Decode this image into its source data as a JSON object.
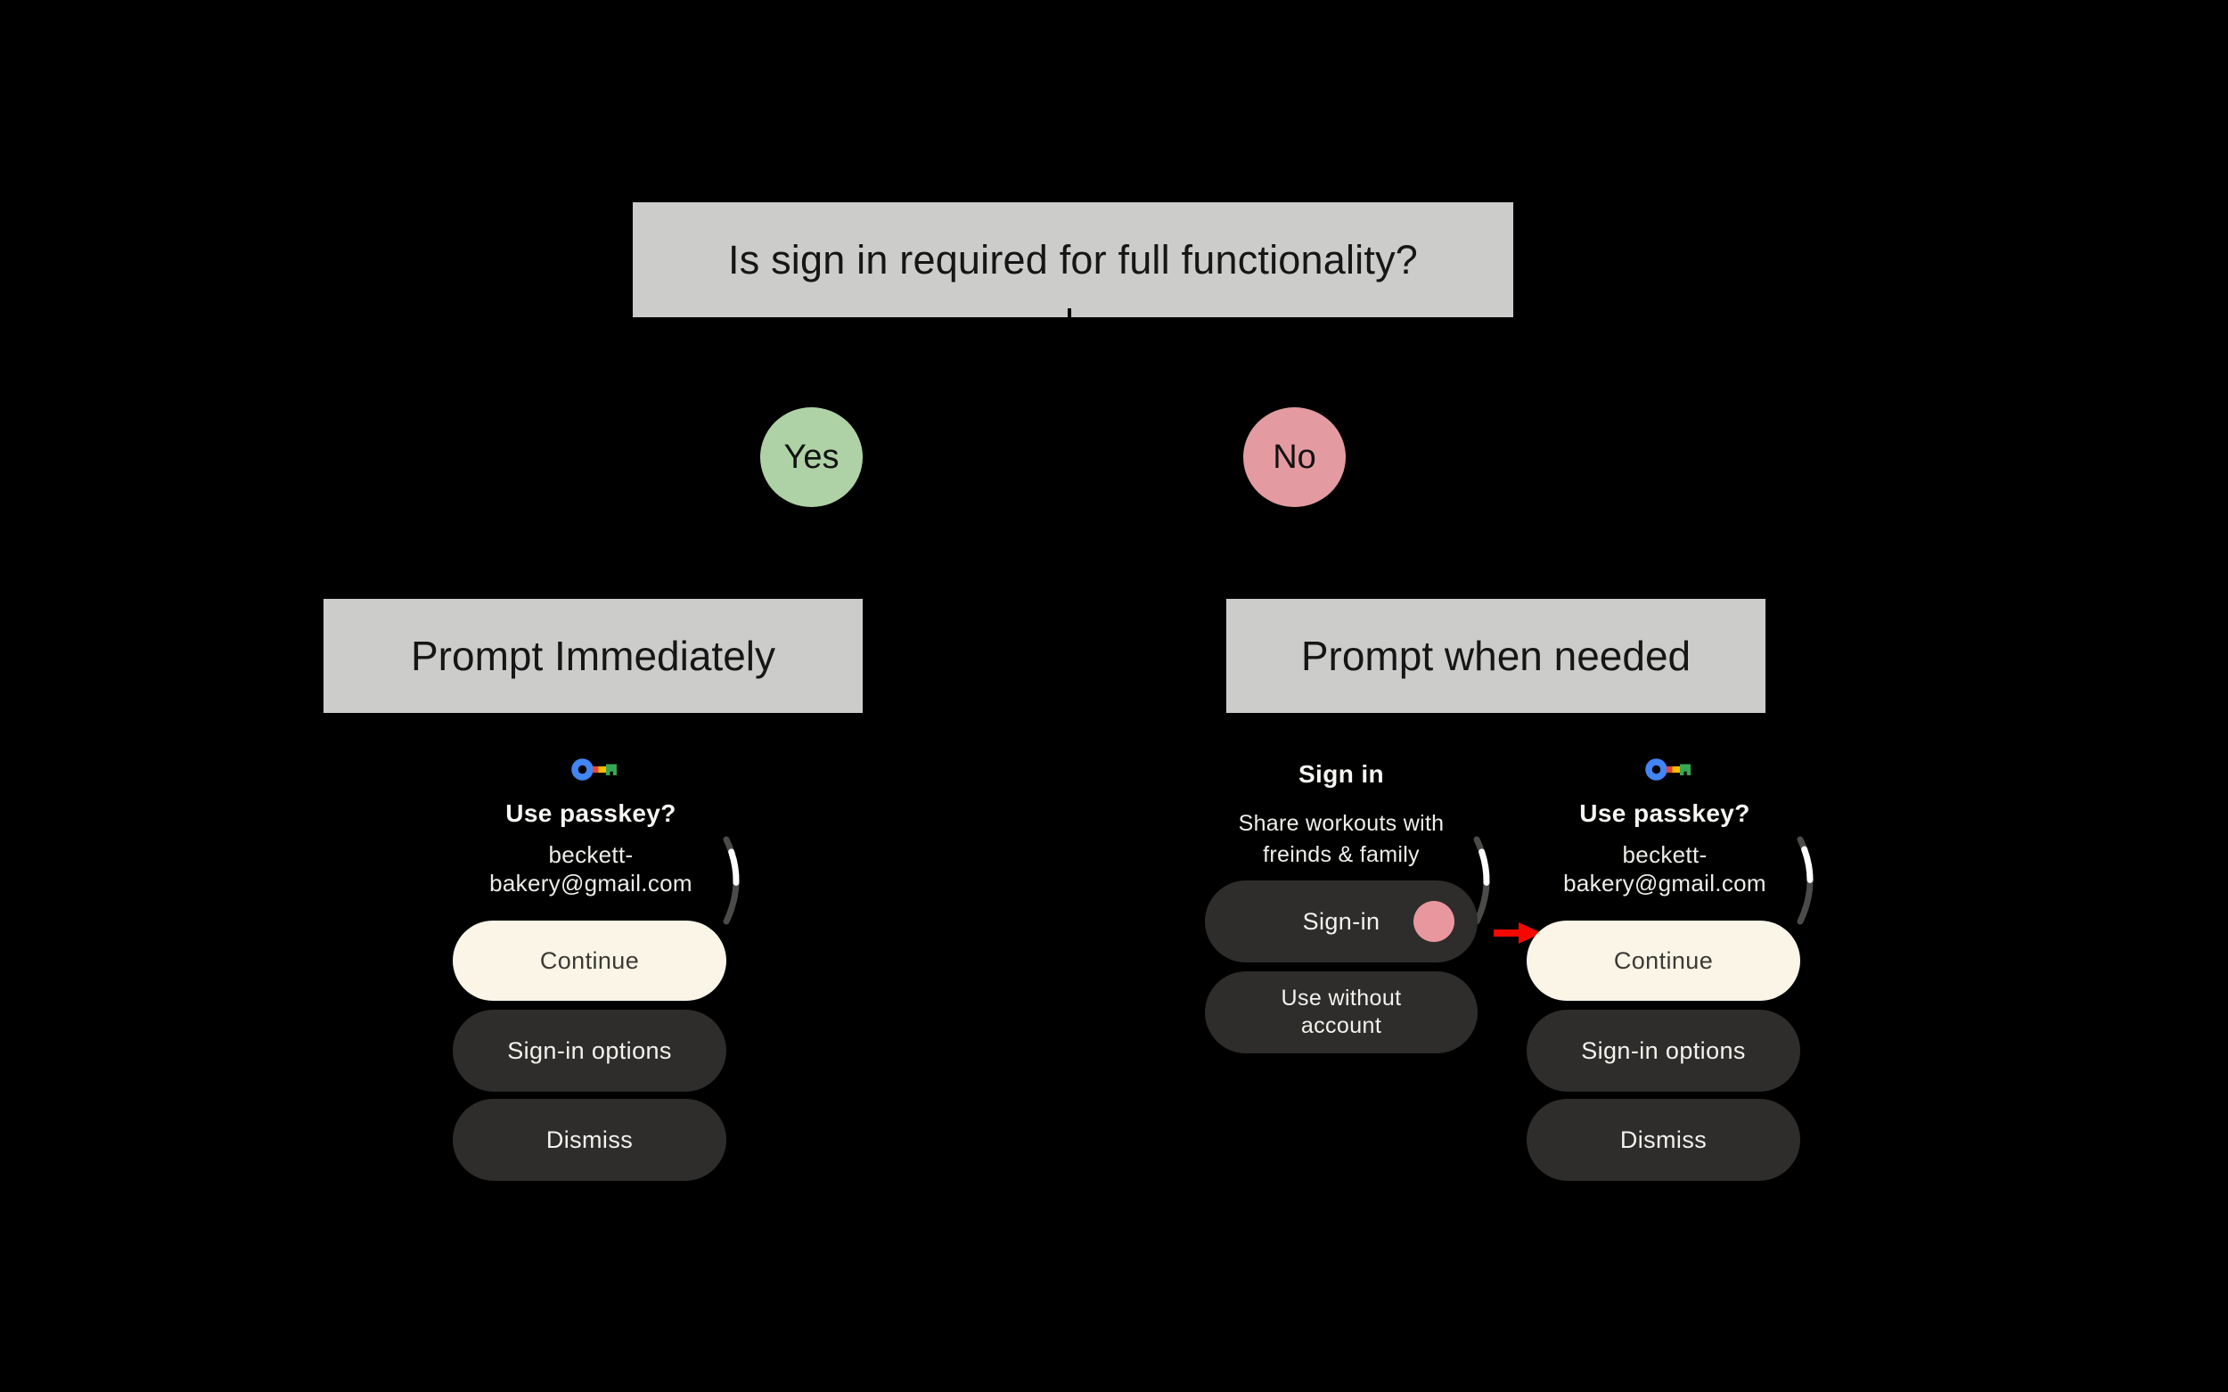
{
  "flowchart": {
    "question": "Is sign in required for full functionality?",
    "yes": {
      "label": "Yes",
      "outcome": "Prompt Immediately"
    },
    "no": {
      "label": "No",
      "outcome": "Prompt when needed"
    }
  },
  "passkey_screen": {
    "icon": "google-passkey-icon",
    "title": "Use passkey?",
    "account_line1": "beckett-",
    "account_line2": "bakery@gmail.com",
    "buttons": {
      "continue": "Continue",
      "signin_options": "Sign-in options",
      "dismiss": "Dismiss"
    }
  },
  "signin_screen": {
    "title": "Sign in",
    "subtitle_line1": "Share workouts with",
    "subtitle_line2": "freinds & family",
    "buttons": {
      "signin": "Sign-in",
      "use_without_line1": "Use without",
      "use_without_line2": "account"
    }
  },
  "colors": {
    "background": "#000000",
    "flow_box_gray": "#cccccb",
    "yes_green": "#aed2a5",
    "no_pink": "#e39aa0",
    "continue_cream": "#faf5e6",
    "dark_button": "#2e2d2b",
    "tap_circle_pink": "#e9979e",
    "arrow_red": "#f40800",
    "passkey_blue": "#4285F4",
    "passkey_red": "#EA4335",
    "passkey_yellow": "#FBBC04",
    "passkey_green": "#34A853"
  }
}
